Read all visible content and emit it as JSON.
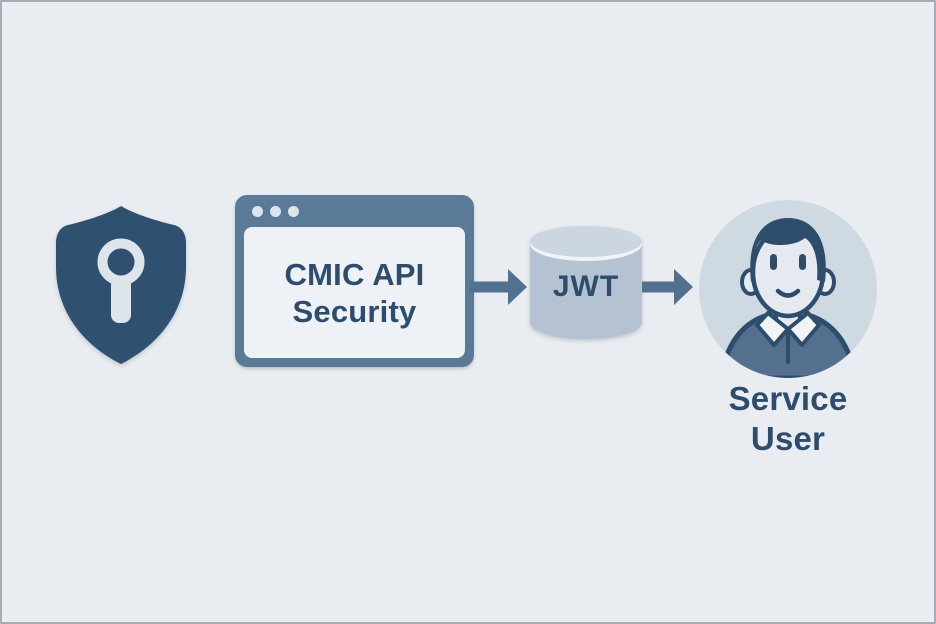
{
  "diagram": {
    "shield": {
      "name": "security-shield"
    },
    "browser": {
      "title": "CMIC API\nSecurity"
    },
    "token": {
      "label": "JWT"
    },
    "user": {
      "label": "Service\nUser"
    }
  },
  "colors": {
    "page-bg": "#e9edf1",
    "page-border": "#a7adb4",
    "navy": "#2e4d6c",
    "shield": "#30506f",
    "slate": "#5b7a97",
    "arrow": "#527190",
    "cyl-body": "#b4c2d1",
    "cyl-top": "#ccd6e0",
    "cyl-rim": "#f0f4f7",
    "avatar-bg": "#cfd9e2",
    "face": "#e4eaf0",
    "shirt": "#54708e",
    "light": "#dde4eb",
    "inner": "#eef1f5"
  }
}
